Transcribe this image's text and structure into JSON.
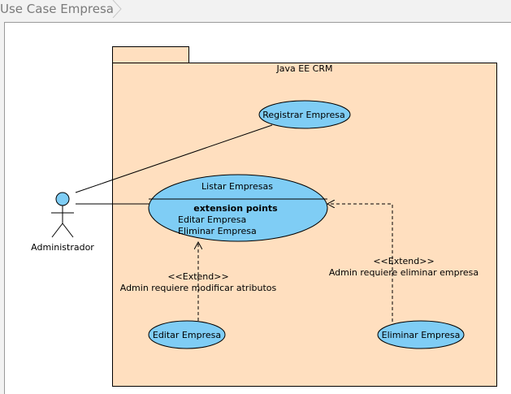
{
  "tab": {
    "title": "Use Case Empresa"
  },
  "diagram": {
    "system_name": "Java EE CRM",
    "actor": {
      "name": "Administrador"
    },
    "use_cases": {
      "registrar": "Registrar Empresa",
      "listar": "Listar Empresas",
      "editar": "Editar Empresa",
      "eliminar": "Eliminar Empresa"
    },
    "extension_points": {
      "heading": "extension points",
      "items": [
        "Editar Empresa",
        "Eliminar Empresa"
      ]
    },
    "extends": [
      {
        "stereotype": "<<Extend>>",
        "condition": "Admin requiere modificar atributos"
      },
      {
        "stereotype": "<<Extend>>",
        "condition": "Admin requiere eliminar empresa"
      }
    ],
    "colors": {
      "package_fill": "#ffdfbf",
      "usecase_fill": "#7fcdf5",
      "actor_fill": "#7fcdf5",
      "line": "#000000"
    }
  }
}
